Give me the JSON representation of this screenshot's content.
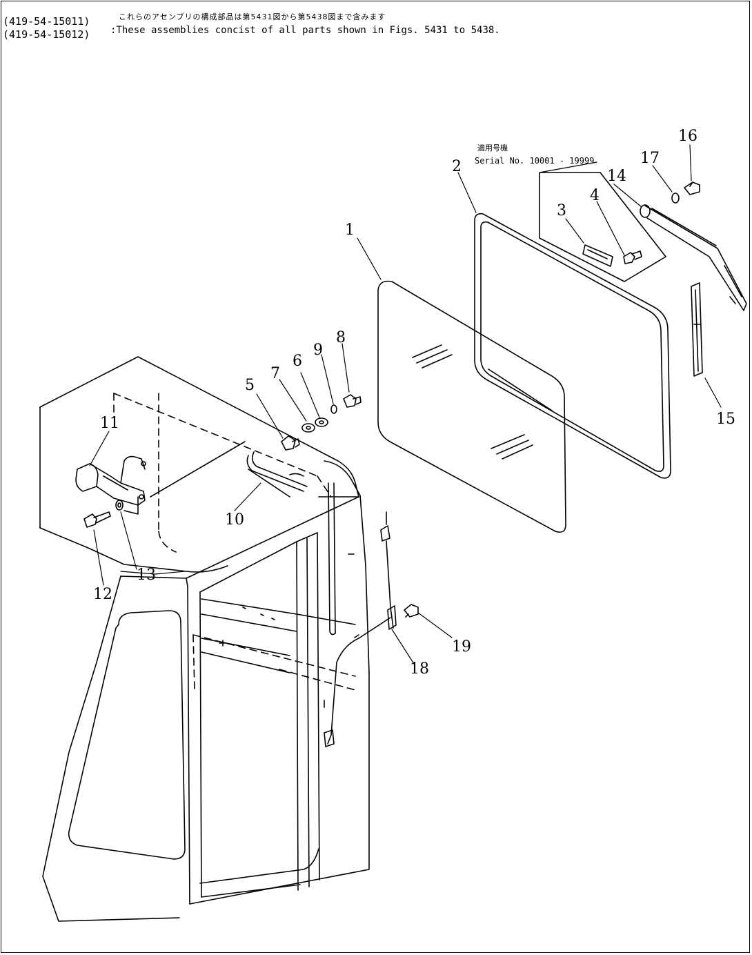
{
  "header": {
    "codes": [
      "(419-54-15011)",
      "(419-54-15012)"
    ],
    "note_jp": "これらのアセンブリの構成部品は第5431図から第5438図まで含みます",
    "note_en": ":These assemblies concist of all parts shown in Figs. 5431 to 5438."
  },
  "serial": {
    "jp": "適用号機",
    "en": "Serial No. 10001 - 19999"
  },
  "callouts": [
    "1",
    "2",
    "3",
    "4",
    "5",
    "6",
    "7",
    "8",
    "9",
    "10",
    "11",
    "12",
    "13",
    "14",
    "15",
    "16",
    "17",
    "18",
    "19"
  ]
}
